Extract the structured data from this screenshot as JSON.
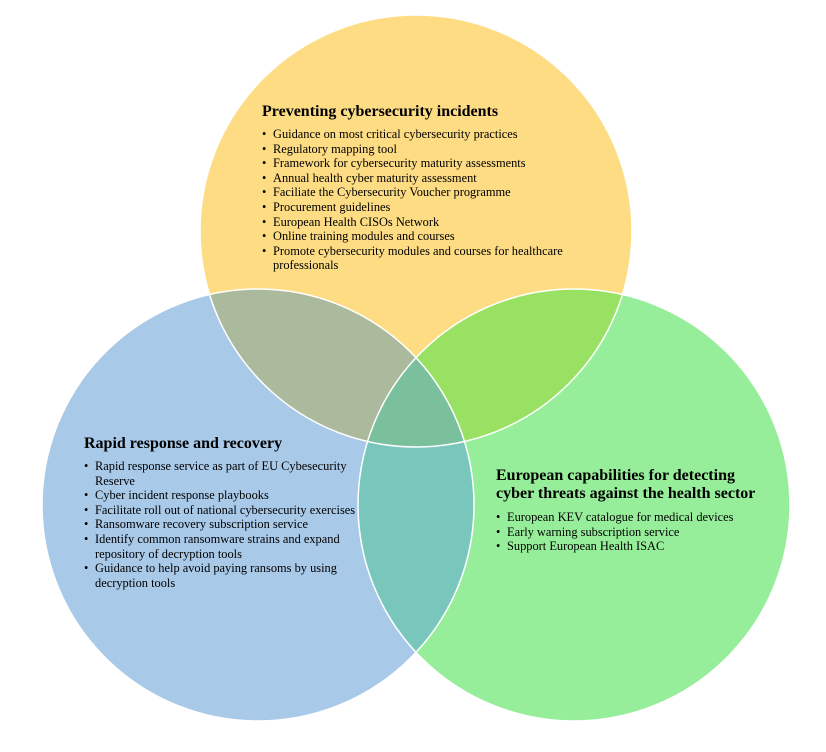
{
  "colors": {
    "top": "#fddc84",
    "left": "#a9c9e9",
    "right": "#97ee9a",
    "top_left": "#abb99c",
    "top_right": "#99e163",
    "left_right": "#79c6bc",
    "center": "#7ac09d",
    "outline": "#ffffff"
  },
  "top": {
    "title": "Preventing cybersecurity incidents",
    "items": [
      "Guidance on most critical cybersecurity practices",
      "Regulatory mapping tool",
      "Framework for cybersecurity maturity assessments",
      "Annual health cyber maturity assessment",
      "Faciliate the Cybersecurity Voucher programme",
      "Procurement guidelines",
      "European Health CISOs Network",
      "Online training modules and courses",
      "Promote cybersecurity modules and courses for healthcare professionals"
    ]
  },
  "left": {
    "title": "Rapid response and recovery",
    "items": [
      "Rapid response service as part of EU Cybesecurity Reserve",
      "Cyber incident response playbooks",
      "Facilitate roll out of national cybersecurity exercises",
      "Ransomware recovery subscription service",
      "Identify common ransomware strains  and expand repository of decryption tools",
      "Guidance to help avoid paying ransoms by using decryption tools"
    ]
  },
  "right": {
    "title": "European capabilities for detecting cyber threats against the health sector",
    "items": [
      "European KEV catalogue for medical devices",
      "Early warning subscription service",
      "Support European Health ISAC"
    ]
  }
}
